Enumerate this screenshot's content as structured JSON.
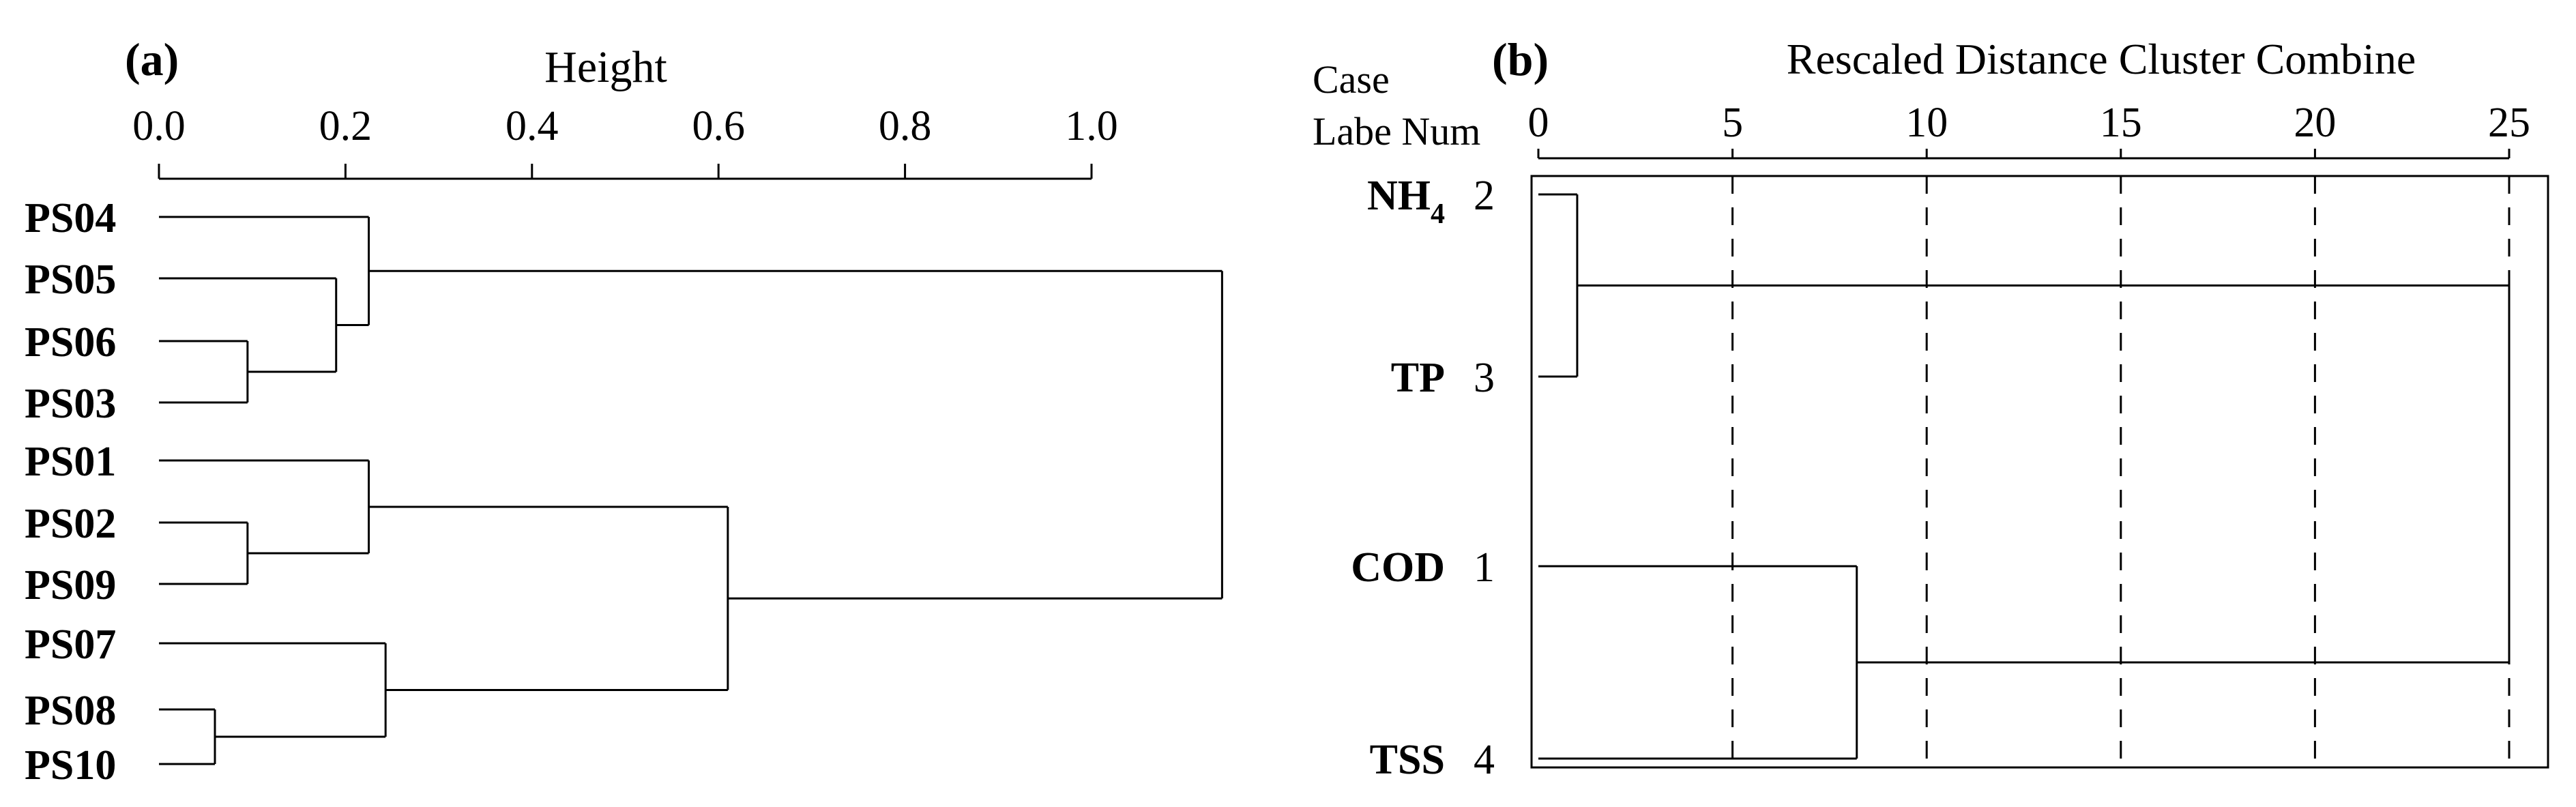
{
  "chart_data": [
    {
      "type": "dendrogram",
      "panel_label": "(a)",
      "xlabel": "Height",
      "xlim": [
        0.0,
        1.0
      ],
      "xticks": [
        0.0,
        0.2,
        0.4,
        0.6,
        0.8,
        1.0
      ],
      "xtick_labels": [
        "0.0",
        "0.2",
        "0.4",
        "0.6",
        "0.8",
        "1.0"
      ],
      "leaves": [
        "PS04",
        "PS05",
        "PS06",
        "PS03",
        "PS01",
        "PS02",
        "PS09",
        "PS07",
        "PS08",
        "PS10"
      ],
      "merges": [
        {
          "a": "PS06",
          "b": "PS03",
          "id": "c1",
          "height": 0.095
        },
        {
          "a": "PS05",
          "b": "c1",
          "id": "c2",
          "height": 0.19
        },
        {
          "a": "PS04",
          "b": "c2",
          "id": "c3",
          "height": 0.225
        },
        {
          "a": "PS02",
          "b": "PS09",
          "id": "c4",
          "height": 0.095
        },
        {
          "a": "PS01",
          "b": "c4",
          "id": "c5",
          "height": 0.225
        },
        {
          "a": "PS08",
          "b": "PS10",
          "id": "c6",
          "height": 0.06
        },
        {
          "a": "PS07",
          "b": "c6",
          "id": "c7",
          "height": 0.243
        },
        {
          "a": "c5",
          "b": "c7",
          "id": "c8",
          "height": 0.61
        },
        {
          "a": "c3",
          "b": "c8",
          "id": "c9",
          "height": 1.14
        }
      ]
    },
    {
      "type": "dendrogram",
      "panel_label": "(b)",
      "xlabel": "Rescaled Distance Cluster Combine",
      "header_lines": [
        "Case",
        "Labe Num"
      ],
      "xlim": [
        0,
        25
      ],
      "xticks": [
        0,
        5,
        10,
        15,
        20,
        25
      ],
      "xtick_labels": [
        "0",
        "5",
        "10",
        "15",
        "20",
        "25"
      ],
      "grid": "vertical dashed",
      "leaves": [
        {
          "name": "NH",
          "subscript": "4",
          "num": "2"
        },
        {
          "name": "TP",
          "subscript": "",
          "num": "3"
        },
        {
          "name": "COD",
          "subscript": "",
          "num": "1"
        },
        {
          "name": "TSS",
          "subscript": "",
          "num": "4"
        }
      ],
      "merges": [
        {
          "a": "NH",
          "b": "TP",
          "id": "d1",
          "height": 1.0
        },
        {
          "a": "COD",
          "b": "TSS",
          "id": "d2",
          "height": 8.2
        },
        {
          "a": "d1",
          "b": "d2",
          "id": "d3",
          "height": 25
        }
      ]
    }
  ]
}
